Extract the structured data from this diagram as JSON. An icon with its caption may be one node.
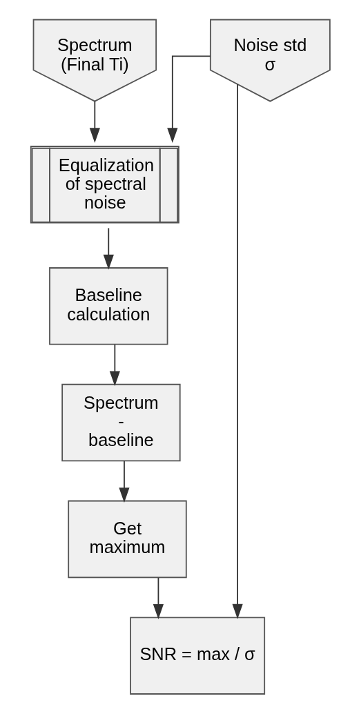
{
  "diagram": {
    "nodes": [
      {
        "text": [
          "Noise std σ"
        ]
      },
      {
        "text": [
          "Spectrum (Final Ti)"
        ]
      },
      {
        "text": [
          "Equalization of spectral noise"
        ]
      },
      {
        "text": [
          "Baseline calculation"
        ]
      },
      {
        "text": [
          "Spectrum - baseline"
        ]
      },
      {
        "text": [
          "Get maximum"
        ]
      },
      {
        "text": [
          "SNR = max / σ"
        ]
      }
    ],
    "edges": [
      {
        "from": 0,
        "to": 2,
        "arrow": "to"
      },
      {
        "from": 0,
        "to": 6,
        "arrow": "to"
      },
      {
        "from": 1,
        "to": 2,
        "arrow": "to"
      },
      {
        "from": 2,
        "to": 3,
        "arrow": "to"
      },
      {
        "from": 3,
        "to": 4,
        "arrow": "to"
      },
      {
        "from": 4,
        "to": 5,
        "arrow": "to"
      },
      {
        "from": 5,
        "to": 6,
        "arrow": "to"
      }
    ]
  }
}
